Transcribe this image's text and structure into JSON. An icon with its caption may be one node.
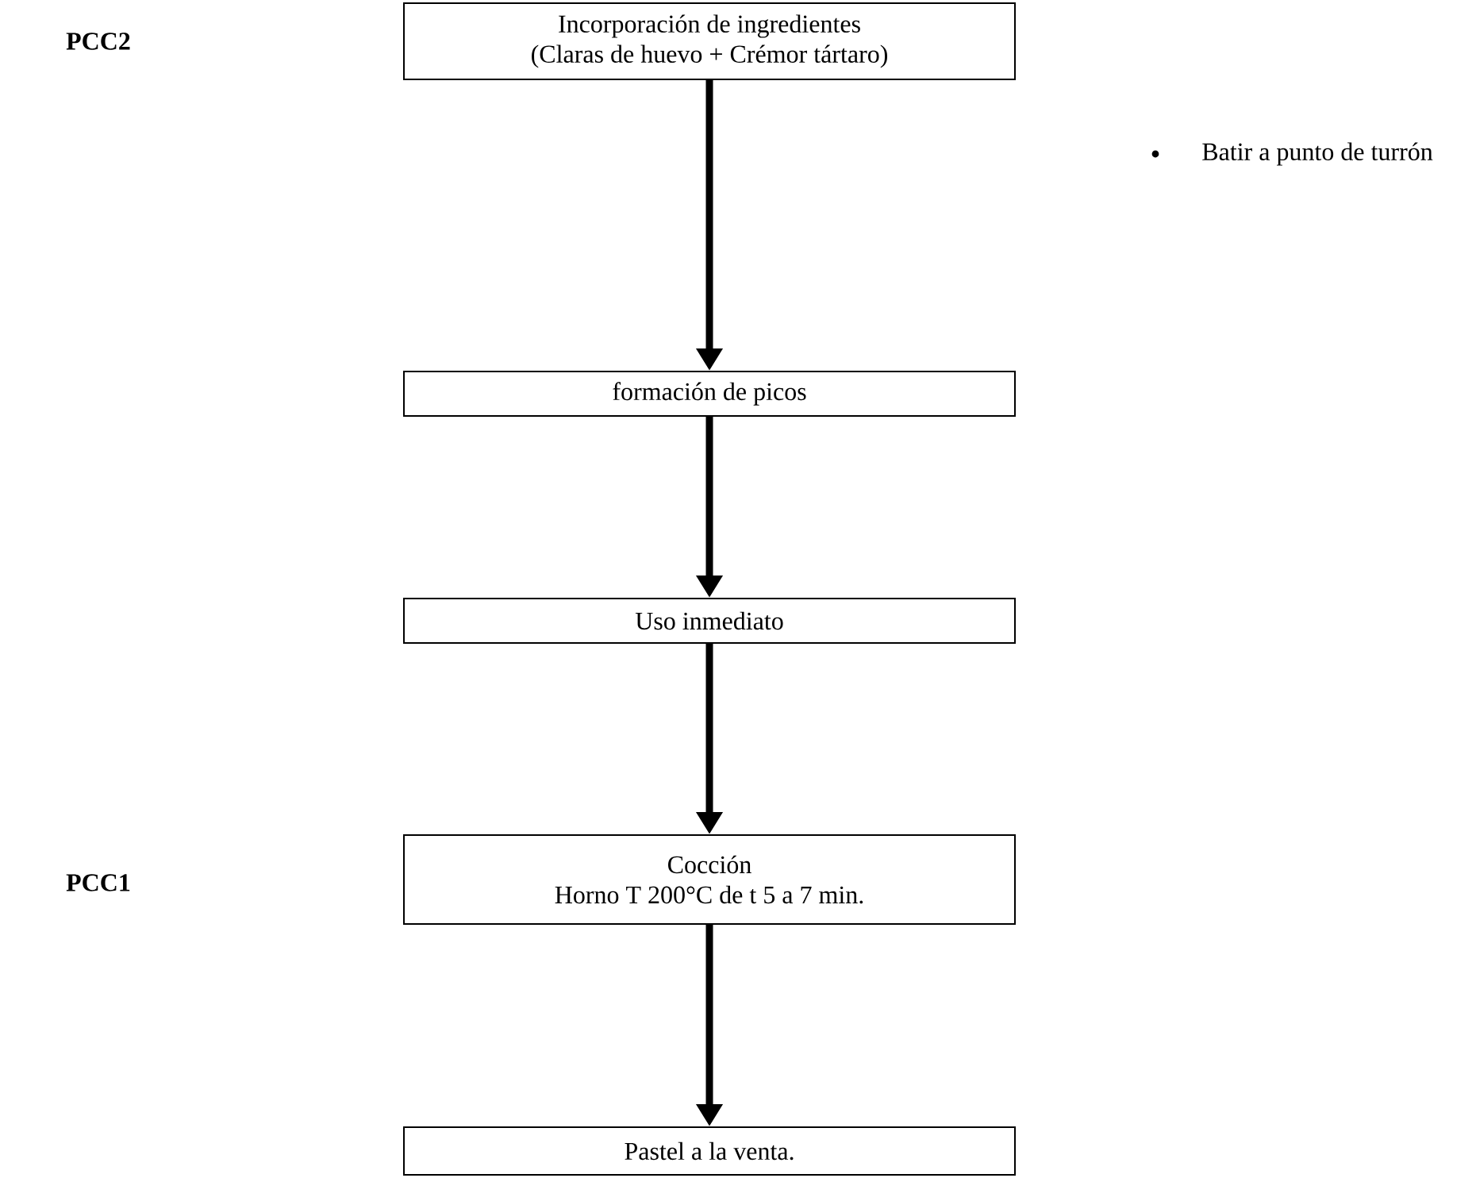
{
  "diagram": {
    "nodes": [
      {
        "text": [
          "Incorporación de ingredientes",
          "(Claras de huevo + Crémor tártaro)"
        ]
      },
      {
        "text": [
          "formación de picos"
        ]
      },
      {
        "text": [
          "Uso inmediato"
        ]
      },
      {
        "text": [
          "Cocción",
          "Horno T 200°C de t 5 a 7 min."
        ]
      },
      {
        "text": [
          "Pastel a la venta."
        ]
      }
    ],
    "edges": [
      {
        "from": 0,
        "to": 1,
        "arrow": "to"
      },
      {
        "from": 1,
        "to": 2,
        "arrow": "to"
      },
      {
        "from": 2,
        "to": 3,
        "arrow": "to"
      },
      {
        "from": 3,
        "to": 4,
        "arrow": "to"
      }
    ],
    "labels": [
      "PCC2",
      "Batir a punto de turrón",
      "PCC1"
    ]
  }
}
